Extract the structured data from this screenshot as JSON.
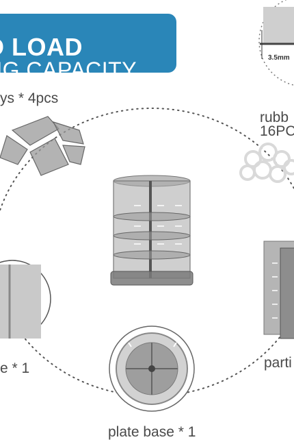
{
  "banner": {
    "line1": "D LOAD",
    "line2": "NG CAPACITY"
  },
  "labels": {
    "trays": "ys * 4pcs",
    "rubber_line1": "rubb",
    "rubber_line2": "16PC",
    "measure": "3.5mm",
    "top_plate": "e * 1",
    "partition": "parti",
    "plate_base": "plate base * 1"
  },
  "colors": {
    "banner": "#2a86b8",
    "plastic_gray": "#8a8a8a",
    "dotted_line": "#555555"
  }
}
